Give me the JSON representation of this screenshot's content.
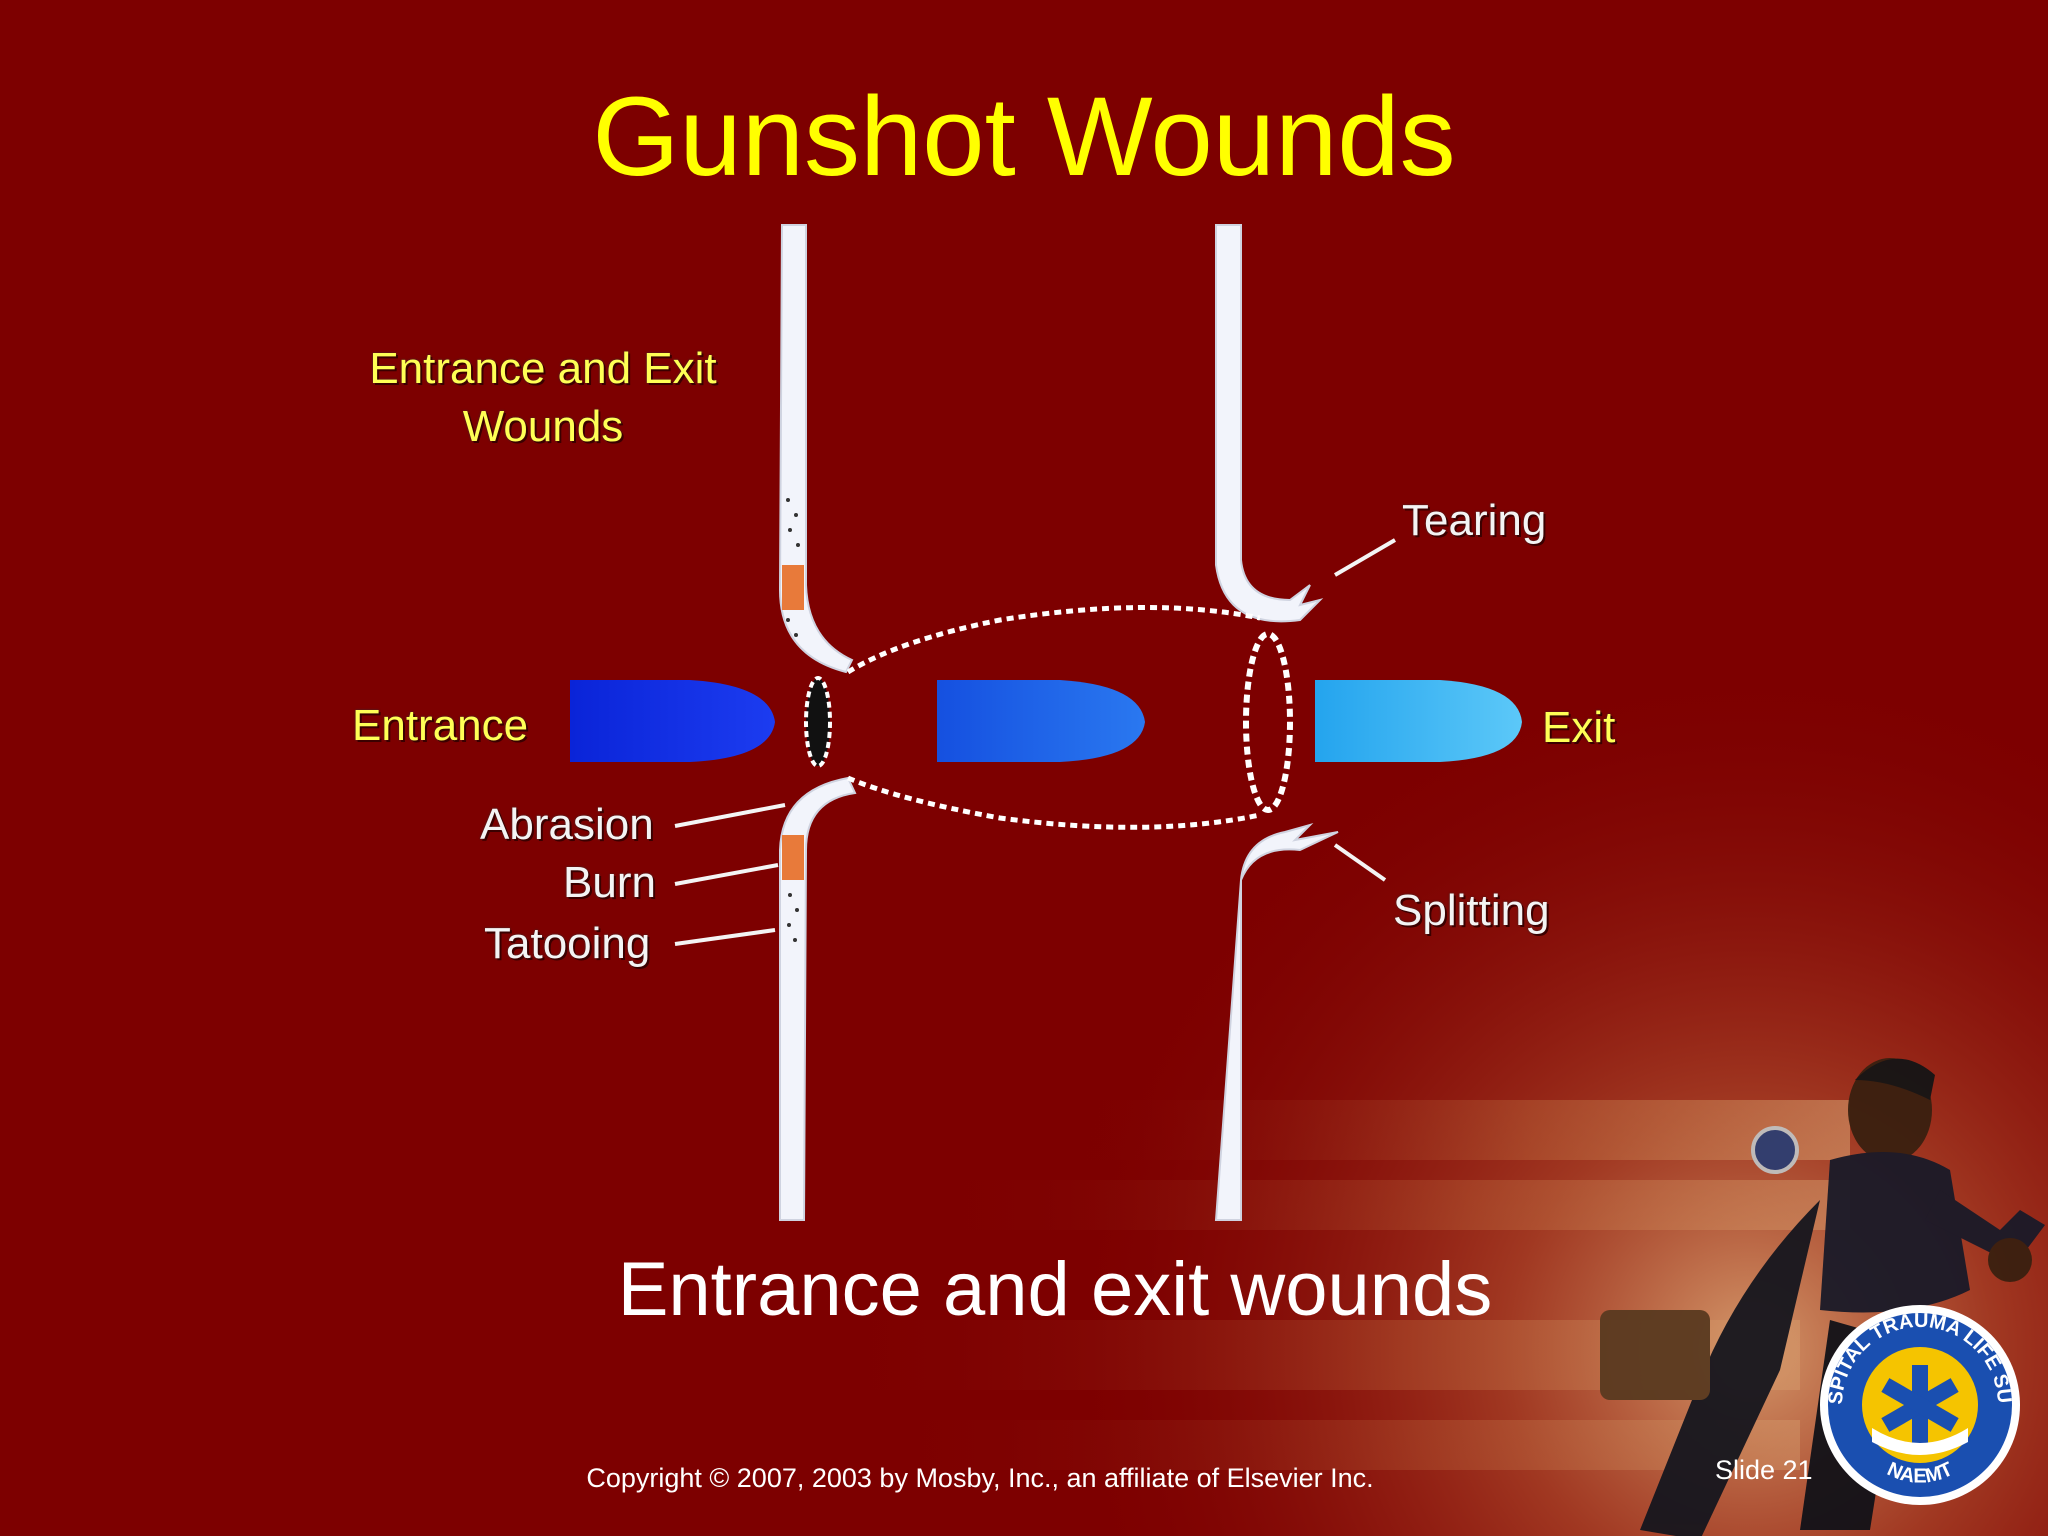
{
  "slide": {
    "title": "Gunshot Wounds",
    "caption": "Entrance and exit wounds",
    "copyright": "Copyright © 2007, 2003 by Mosby, Inc., an affiliate of Elsevier Inc.",
    "slide_number": "Slide 21"
  },
  "diagram": {
    "heading": "Entrance and Exit\nWounds",
    "labels": {
      "entrance": "Entrance",
      "exit": "Exit",
      "tearing": "Tearing",
      "splitting": "Splitting",
      "abrasion": "Abrasion",
      "burn": "Burn",
      "tatooing": "Tatooing"
    }
  },
  "logo": {
    "ring_text_top": "Pre HOSPITAL TRAUMA LIFE SUPPORT",
    "ring_text_bottom": "NAEMT"
  },
  "colors": {
    "background": "#7d0000",
    "title": "#ffff00",
    "bullet_dark": "#0a2ee8",
    "bullet_mid": "#1f5ff0",
    "bullet_light": "#2aaef5",
    "burn": "#e87a3a",
    "skin": "#f2f4fb"
  }
}
